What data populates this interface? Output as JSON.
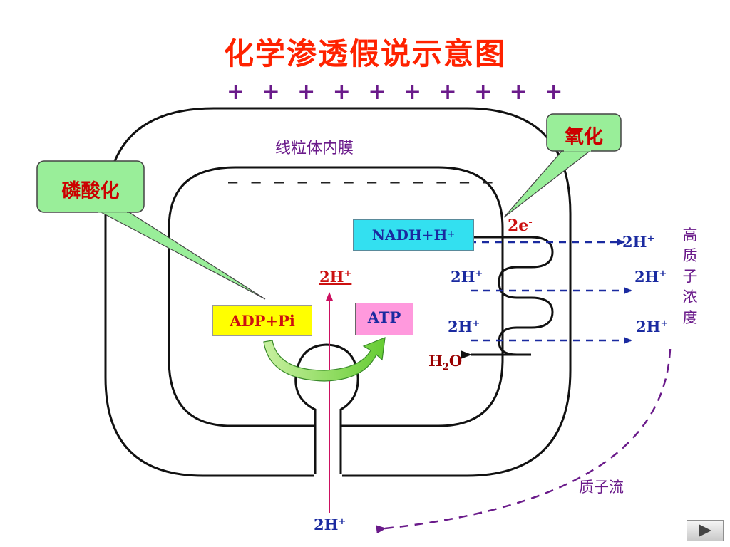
{
  "title": "化学渗透假说示意图",
  "membrane": {
    "plus_charges": "+ + + + + + + + + +",
    "minus_charges": "– – – – – – – – – – – –",
    "label": "线粒体内膜"
  },
  "callouts": {
    "phosphorylation": "磷酸化",
    "oxidation": "氧化"
  },
  "boxes": {
    "nadh": {
      "main": "NADH+H",
      "sup": "+"
    },
    "adp": "ADP+Pi",
    "atp": "ATP"
  },
  "labels": {
    "electrons": {
      "main": "2e",
      "sup": "-"
    },
    "proton_inner": {
      "main": "2H",
      "sup": "+"
    },
    "proton_row1_right": {
      "main": "2H",
      "sup": "+"
    },
    "proton_row2_left": {
      "main": "2H",
      "sup": "+"
    },
    "proton_row2_right": {
      "main": "2H",
      "sup": "+"
    },
    "proton_row3_left": {
      "main": "2H",
      "sup": "+"
    },
    "proton_row3_right": {
      "main": "2H",
      "sup": "+"
    },
    "water": {
      "main": "H",
      "sub": "2",
      "tail": "O"
    },
    "proton_bottom": {
      "main": "2H",
      "sup": "+"
    }
  },
  "high_proton_concentration": [
    "高",
    "质",
    "子",
    "浓",
    "度"
  ],
  "proton_flow": "质子流",
  "nav": {
    "icon": "play-next-icon"
  },
  "colors": {
    "title": "#ff2200",
    "callout_fill": "#99ee99",
    "nadh_fill": "#33e0f0",
    "adp_fill": "#ffff00",
    "atp_fill": "#ff99dd",
    "proton_text": "#1a2aa0",
    "flow_purple": "#6a1a8a"
  }
}
